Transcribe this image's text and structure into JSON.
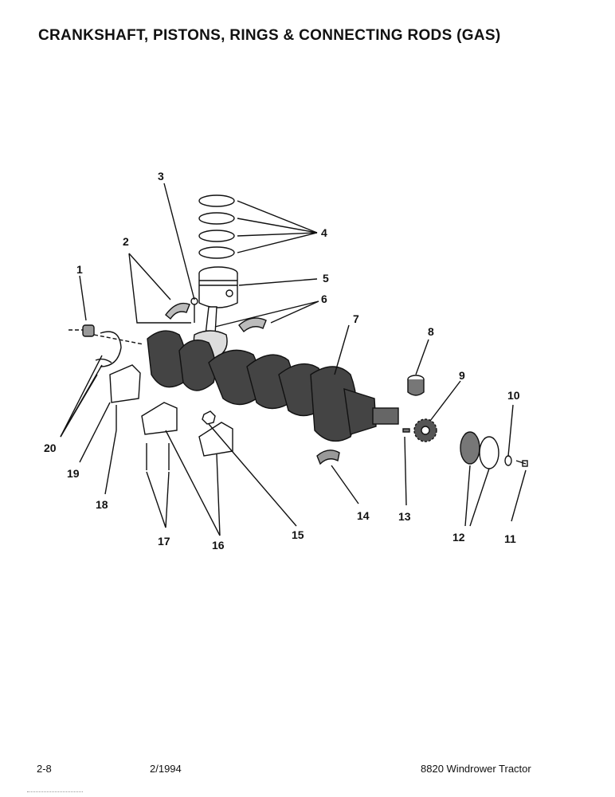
{
  "title": "CRANKSHAFT, PISTONS, RINGS & CONNECTING RODS (GAS)",
  "callouts": [
    "1",
    "2",
    "3",
    "4",
    "5",
    "6",
    "7",
    "8",
    "9",
    "10",
    "11",
    "12",
    "13",
    "14",
    "15",
    "16",
    "17",
    "18",
    "19",
    "20"
  ],
  "footer": {
    "page": "2-8",
    "date": "2/1994",
    "model": "8820 Windrower Tractor"
  }
}
